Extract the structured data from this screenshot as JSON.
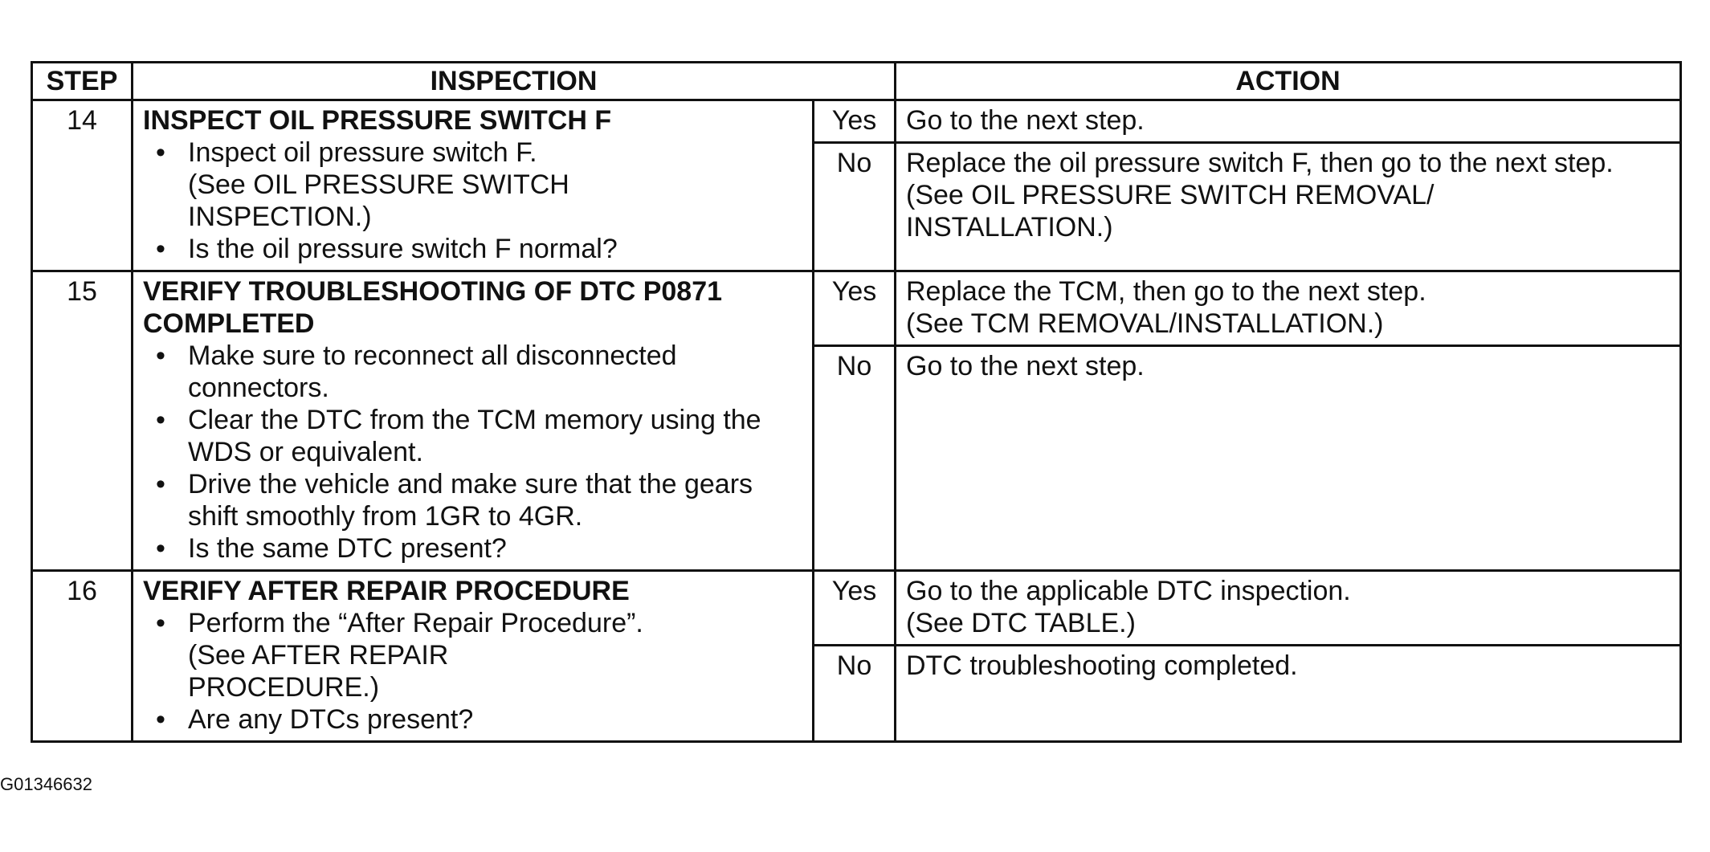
{
  "headers": {
    "step": "STEP",
    "inspection": "INSPECTION",
    "action": "ACTION"
  },
  "rows": [
    {
      "step": "14",
      "title": "INSPECT OIL PRESSURE SWITCH F",
      "bullet1": "Inspect oil pressure switch F.",
      "bullet1_cont1": "(See OIL PRESSURE SWITCH",
      "bullet1_cont2": "INSPECTION.)",
      "bullet2": "Is the oil pressure switch F normal?",
      "yes_label": "Yes",
      "yes_action_line1": "Go to the next step.",
      "no_label": "No",
      "no_action_line1": "Replace the oil pressure switch F, then go to the next step.",
      "no_action_line2": "(See OIL PRESSURE SWITCH REMOVAL/",
      "no_action_line3": "INSTALLATION.)"
    },
    {
      "step": "15",
      "title_line1": "VERIFY TROUBLESHOOTING OF DTC P0871",
      "title_line2": "COMPLETED",
      "bullet1_line1": "Make sure to reconnect all disconnected",
      "bullet1_line2": "connectors.",
      "bullet2_line1": "Clear the DTC from the TCM memory using the",
      "bullet2_line2": "WDS or equivalent.",
      "bullet3_line1": "Drive the vehicle and make sure that the gears",
      "bullet3_line2": "shift smoothly from 1GR to 4GR.",
      "bullet4": "Is the same DTC present?",
      "yes_label": "Yes",
      "yes_action_line1": "Replace the TCM, then go to the next step.",
      "yes_action_line2": "(See TCM REMOVAL/INSTALLATION.)",
      "no_label": "No",
      "no_action_line1": "Go to the next step."
    },
    {
      "step": "16",
      "title": "VERIFY AFTER REPAIR PROCEDURE",
      "bullet1": "Perform the “After Repair Procedure”.",
      "bullet1_cont1": "(See AFTER REPAIR",
      "bullet1_cont2": "PROCEDURE.)",
      "bullet2": "Are any DTCs present?",
      "yes_label": "Yes",
      "yes_action_line1": "Go to the applicable DTC inspection.",
      "yes_action_line2": "(See DTC TABLE.)",
      "no_label": "No",
      "no_action_line1": "DTC troubleshooting completed."
    }
  ],
  "bullet_glyph": "•",
  "footer_code": "G01346632"
}
